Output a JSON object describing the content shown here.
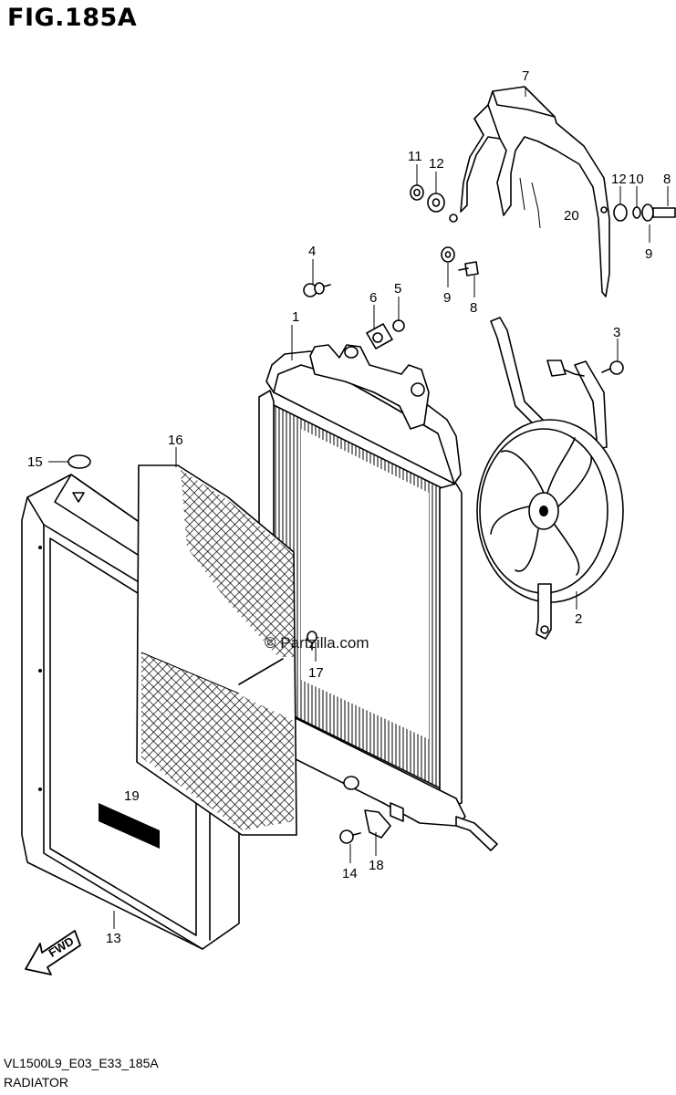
{
  "figure": {
    "title": "FIG.185A"
  },
  "watermark": "© Partzilla.com",
  "fwd_label": "FWD",
  "footer": {
    "model_code": "VL1500L9_E03_E33_185A",
    "section_name": "RADIATOR"
  },
  "callouts": [
    "1",
    "2",
    "3",
    "4",
    "5",
    "6",
    "7",
    "8",
    "9",
    "10",
    "11",
    "12",
    "13",
    "14",
    "15",
    "16",
    "17",
    "18",
    "19",
    "20"
  ],
  "repeat_callouts": {
    "eight_b": "8",
    "nine_b": "9",
    "twelve_b": "12"
  }
}
